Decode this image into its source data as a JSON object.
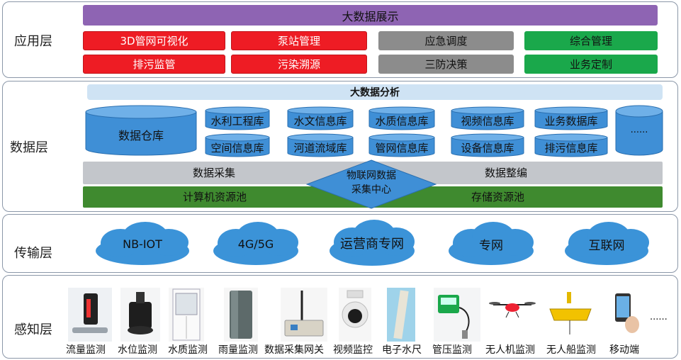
{
  "layers": {
    "application": "应用层",
    "data": "数据层",
    "transport": "传输层",
    "perception": "感知层"
  },
  "application": {
    "banner": "大数据展示",
    "modules": [
      "3D管网可视化",
      "泵站管理",
      "应急调度",
      "综合管理",
      "排污监管",
      "污染溯源",
      "三防决策",
      "业务定制"
    ]
  },
  "data_layer": {
    "banner": "大数据分析",
    "warehouse": "数据仓库",
    "databases": [
      "水利工程库",
      "水文信息库",
      "水质信息库",
      "视频信息库",
      "业务数据库",
      "空间信息库",
      "河道流域库",
      "管网信息库",
      "设备信息库",
      "排污信息库"
    ],
    "more": "......",
    "collection": "数据采集",
    "organization": "数据整编",
    "iot_center": "物联网数据采集中心",
    "compute_pool": "计算机资源池",
    "storage_pool": "存储资源池"
  },
  "transport": {
    "networks": [
      "NB-IOT",
      "4G/5G",
      "运营商专网",
      "专网",
      "互联网"
    ]
  },
  "perception": {
    "devices": [
      "流量监测",
      "水位监测",
      "水质监测",
      "雨量监测",
      "数据采集网关",
      "视频监控",
      "电子水尺",
      "管压监测",
      "无人机监测",
      "无人船监测",
      "移动端"
    ],
    "more": "......"
  },
  "colors": {
    "banner_purple": "#8e64b3",
    "red": "#ee1c24",
    "gray": "#8c8c8c",
    "green": "#1aa84b",
    "light_blue": "#cfe3f4",
    "cyl_blue": "#3f8fd6",
    "band_gray": "#c3c6cb",
    "pool_green": "#3f8a2f",
    "cloud_blue": "#3b93d8"
  }
}
